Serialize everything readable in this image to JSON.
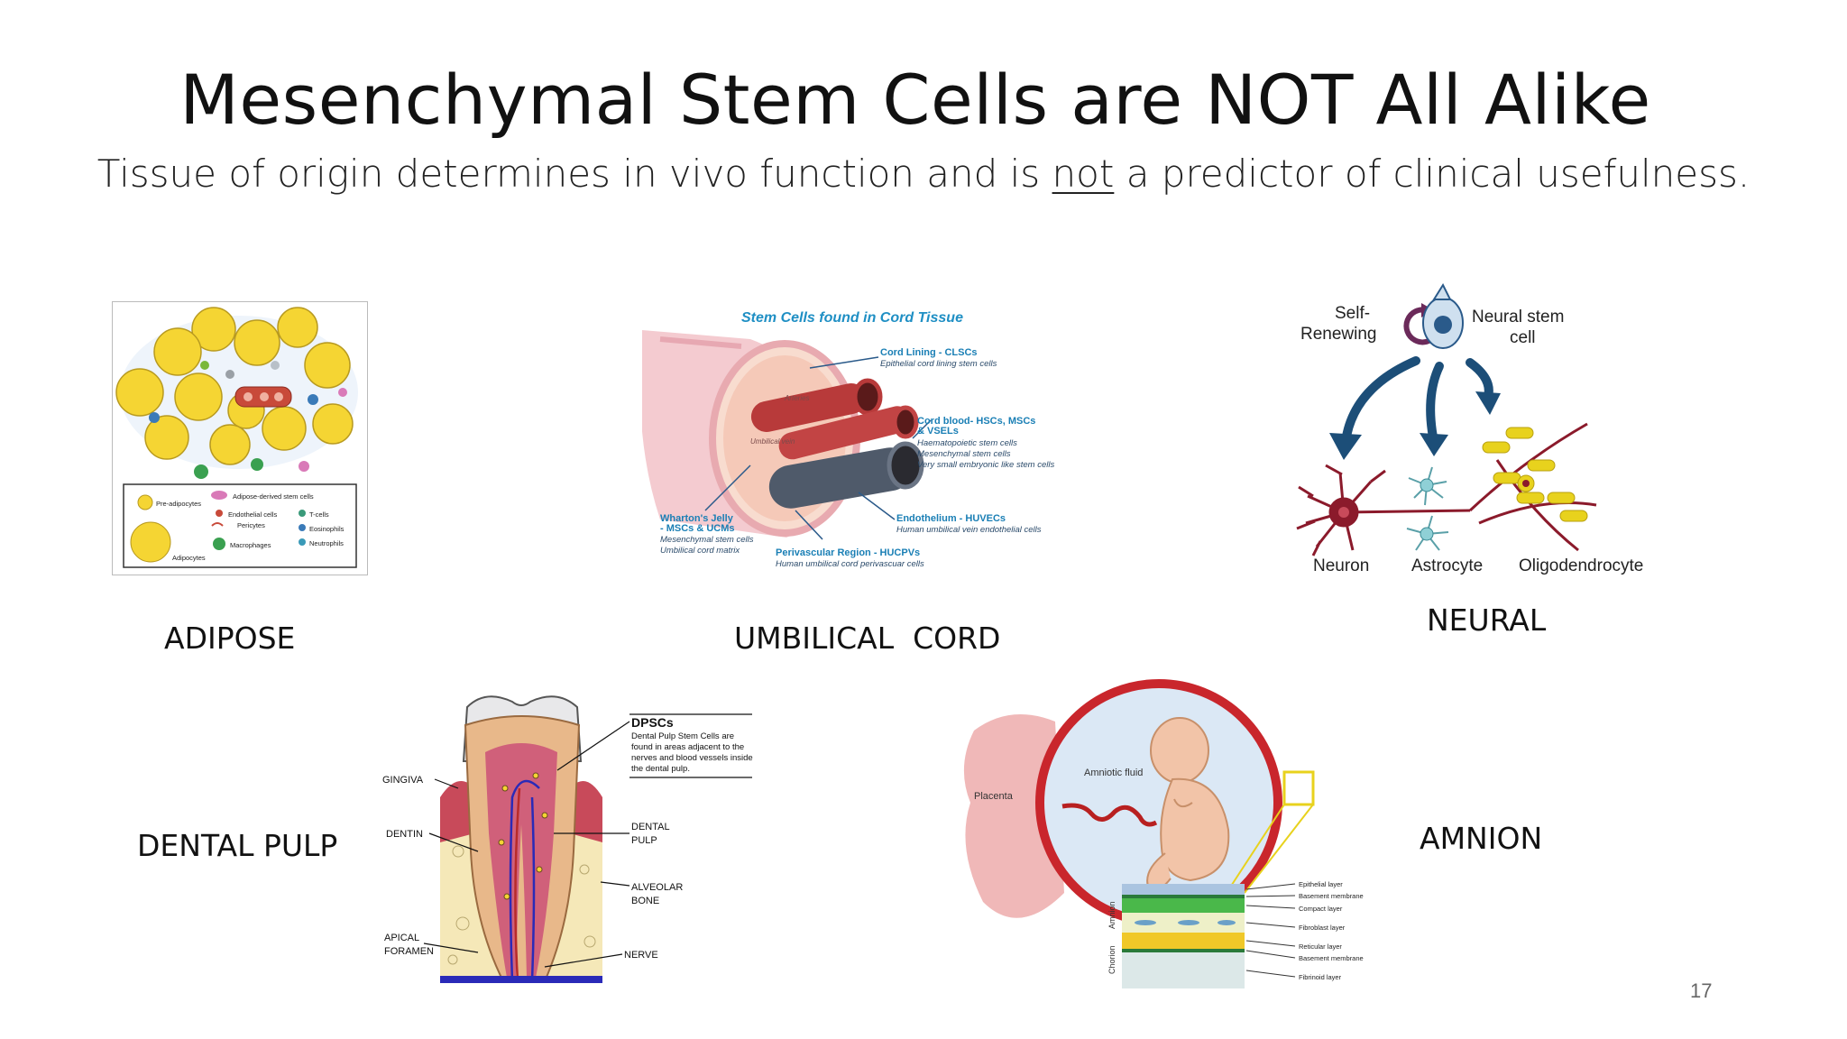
{
  "title": "Mesenchymal Stem Cells are NOT All Alike",
  "subtitle": {
    "before": "Tissue of origin determines in vivo function and is ",
    "underlined": "not",
    "after": " a predictor of clinical usefulness."
  },
  "captions": {
    "adipose": "ADIPOSE",
    "umbilical": "UMBILICAL  CORD",
    "neural": "NEURAL",
    "dental": "DENTAL PULP",
    "amnion": "AMNION"
  },
  "adipose_figure": {
    "legend": {
      "pre_adipocytes": "Pre-adipocytes",
      "adipose_derived": "Adipose-derived stem cells",
      "endothelial": "Endothelial cells",
      "t_cells": "T-cells",
      "pericytes": "Pericytes",
      "eosinophils": "Eosinophils",
      "macrophages": "Macrophages",
      "neutrophils": "Neutrophils",
      "adipocytes": "Adipocytes"
    }
  },
  "cord_figure": {
    "heading": "Stem Cells found in Cord Tissue",
    "arteries": "Arteries",
    "umbilical_vein": "Umbilical vein",
    "lining_title": "Cord Lining - CLSCs",
    "lining_sub": "Epithelial cord lining stem cells",
    "blood_title1": "Cord blood- HSCs, MSCs",
    "blood_title2": "& VSELs",
    "blood_sub1": "Haematopoietic stem cells",
    "blood_sub2": "Mesenchymal stem cells",
    "blood_sub3": "Very small embryonic like stem cells",
    "wharton_title1": "Wharton's Jelly",
    "wharton_title2": "- MSCs & UCMs",
    "wharton_sub1": "Mesenchymal stem cells",
    "wharton_sub2": "Umbilical cord matrix",
    "endo_title": "Endothelium - HUVECs",
    "endo_sub": "Human umbilical vein endothelial cells",
    "peri_title": "Perivascular Region - HUCPVs",
    "peri_sub": "Human umbilical cord perivascuar cells"
  },
  "neural_figure": {
    "self1": "Self-",
    "self2": "Renewing",
    "nsc1": "Neural stem",
    "nsc2": "cell",
    "neuron": "Neuron",
    "astrocyte": "Astrocyte",
    "oligodendrocyte": "Oligodendrocyte"
  },
  "dental_figure": {
    "dpscs": "DPSCs",
    "desc1": "Dental Pulp Stem Cells are",
    "desc2": "found in areas adjacent to the",
    "desc3": "nerves and blood vessels inside",
    "desc4": "the dental pulp.",
    "gingiva": "GINGIVA",
    "dentin": "DENTIN",
    "apical1": "APICAL",
    "apical2": "FORAMEN",
    "dental1": "DENTAL",
    "pulp": "PULP",
    "alveolar1": "ALVEOLAR",
    "bone": "BONE",
    "nerve": "NERVE"
  },
  "amnion_figure": {
    "amniotic_fluid": "Amniotic fluid",
    "placenta": "Placenta",
    "amnion_side": "Amnion",
    "chorion_side": "Chorion",
    "layers": [
      "Epithelial layer",
      "Basement membrane",
      "Compact layer",
      "Fibroblast layer",
      "Reticular layer",
      "Basement membrane",
      "Fibrinoid layer"
    ]
  },
  "page_number": "17",
  "colors": {
    "cord_heading": "#1f8fc4",
    "cord_label": "#1a7fb5",
    "neuron": "#8b1a2b",
    "oligodendrocyte": "#e8d21d",
    "arrow": "#1c4e78",
    "amnion_ring": "#c9262c"
  }
}
